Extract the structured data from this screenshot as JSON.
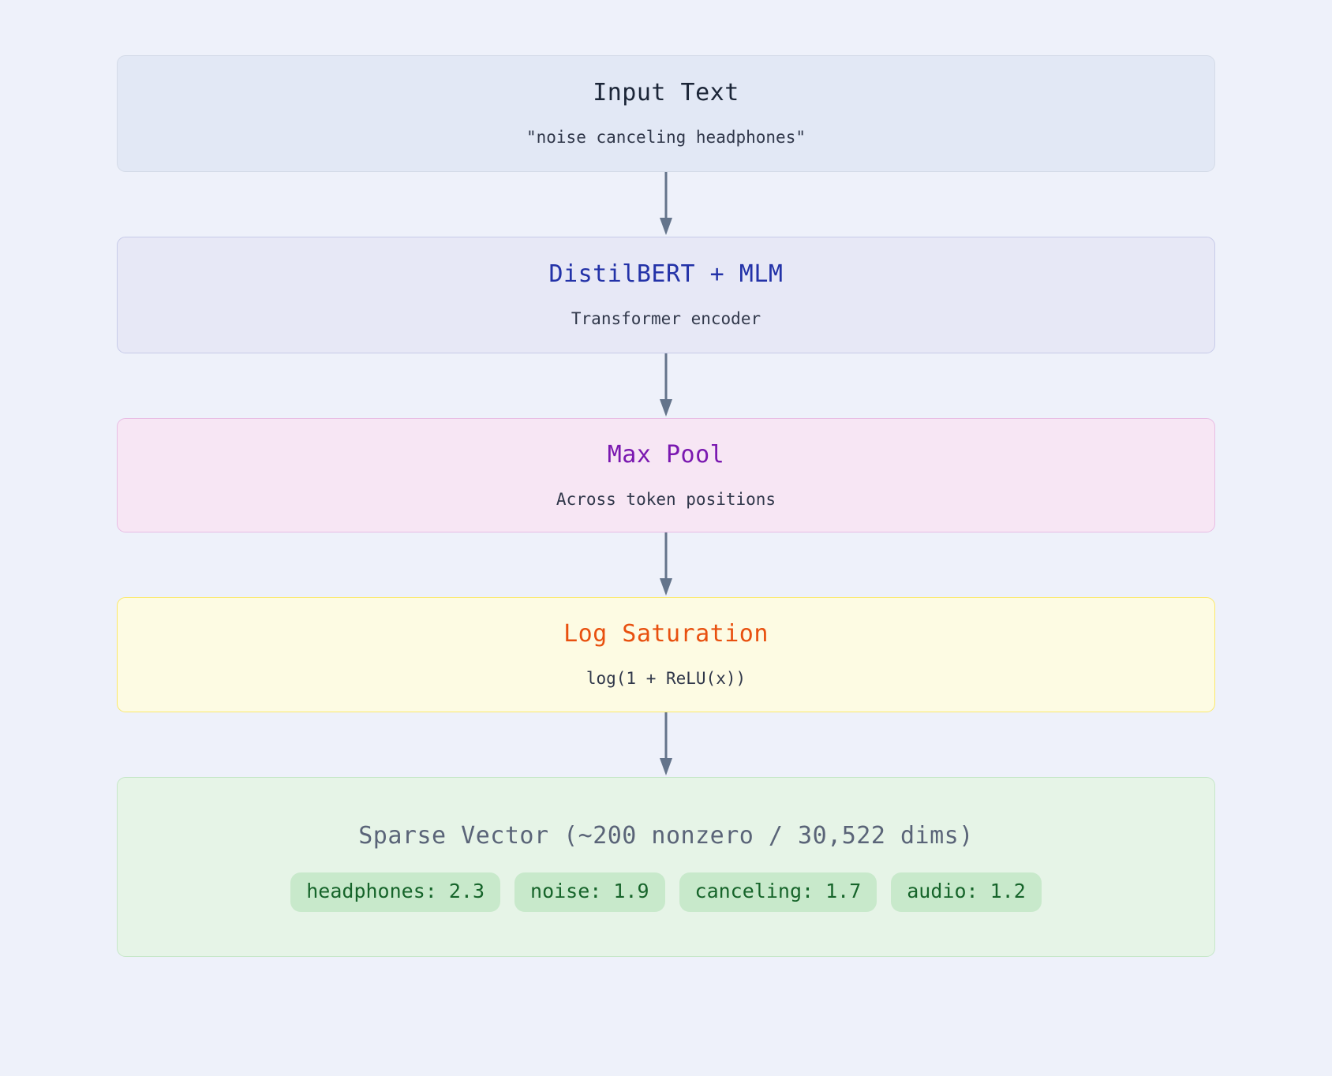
{
  "canvas": {
    "background": "#eef1fa",
    "arrow_color": "#64748b"
  },
  "diagram": {
    "type": "flowchart",
    "orientation": "top-to-bottom",
    "nodes": [
      {
        "id": "input-text",
        "title": "Input Text",
        "subtitle": "\"noise canceling headphones\"",
        "fill": "#e2e8f5",
        "border": "#d4dbe8",
        "title_color": "#1b2537"
      },
      {
        "id": "distilbert-mlm",
        "title": "DistilBERT + MLM",
        "subtitle": "Transformer encoder",
        "fill": "#e7e8f6",
        "border": "#c7cbe9",
        "title_color": "#2332a8"
      },
      {
        "id": "max-pool",
        "title": "Max Pool",
        "subtitle": "Across token positions",
        "fill": "#f7e6f4",
        "border": "#e8bde4",
        "title_color": "#7a18b0"
      },
      {
        "id": "log-saturation",
        "title": "Log Saturation",
        "subtitle": "log(1 + ReLU(x))",
        "fill": "#fdfbe3",
        "border": "#fbe96b",
        "title_color": "#e8500f"
      },
      {
        "id": "sparse-vector",
        "title": "Sparse Vector (~200 nonzero / 30,522 dims)",
        "fill": "#e6f4e7",
        "border": "#c6e7c8",
        "title_color": "#5a6478"
      }
    ],
    "edges": [
      {
        "from": "input-text",
        "to": "distilbert-mlm",
        "style": "solid-arrow"
      },
      {
        "from": "distilbert-mlm",
        "to": "max-pool",
        "style": "solid-arrow"
      },
      {
        "from": "max-pool",
        "to": "log-saturation",
        "style": "solid-arrow"
      },
      {
        "from": "log-saturation",
        "to": "sparse-vector",
        "style": "solid-arrow"
      }
    ],
    "tokens": [
      {
        "label": "headphones: 2.3",
        "term": "headphones",
        "weight": 2.3
      },
      {
        "label": "noise: 1.9",
        "term": "noise",
        "weight": 1.9
      },
      {
        "label": "canceling: 1.7",
        "term": "canceling",
        "weight": 1.7
      },
      {
        "label": "audio: 1.2",
        "term": "audio",
        "weight": 1.2
      }
    ],
    "token_chip": {
      "fill": "#c8e9cb",
      "text_color": "#16642a"
    }
  }
}
